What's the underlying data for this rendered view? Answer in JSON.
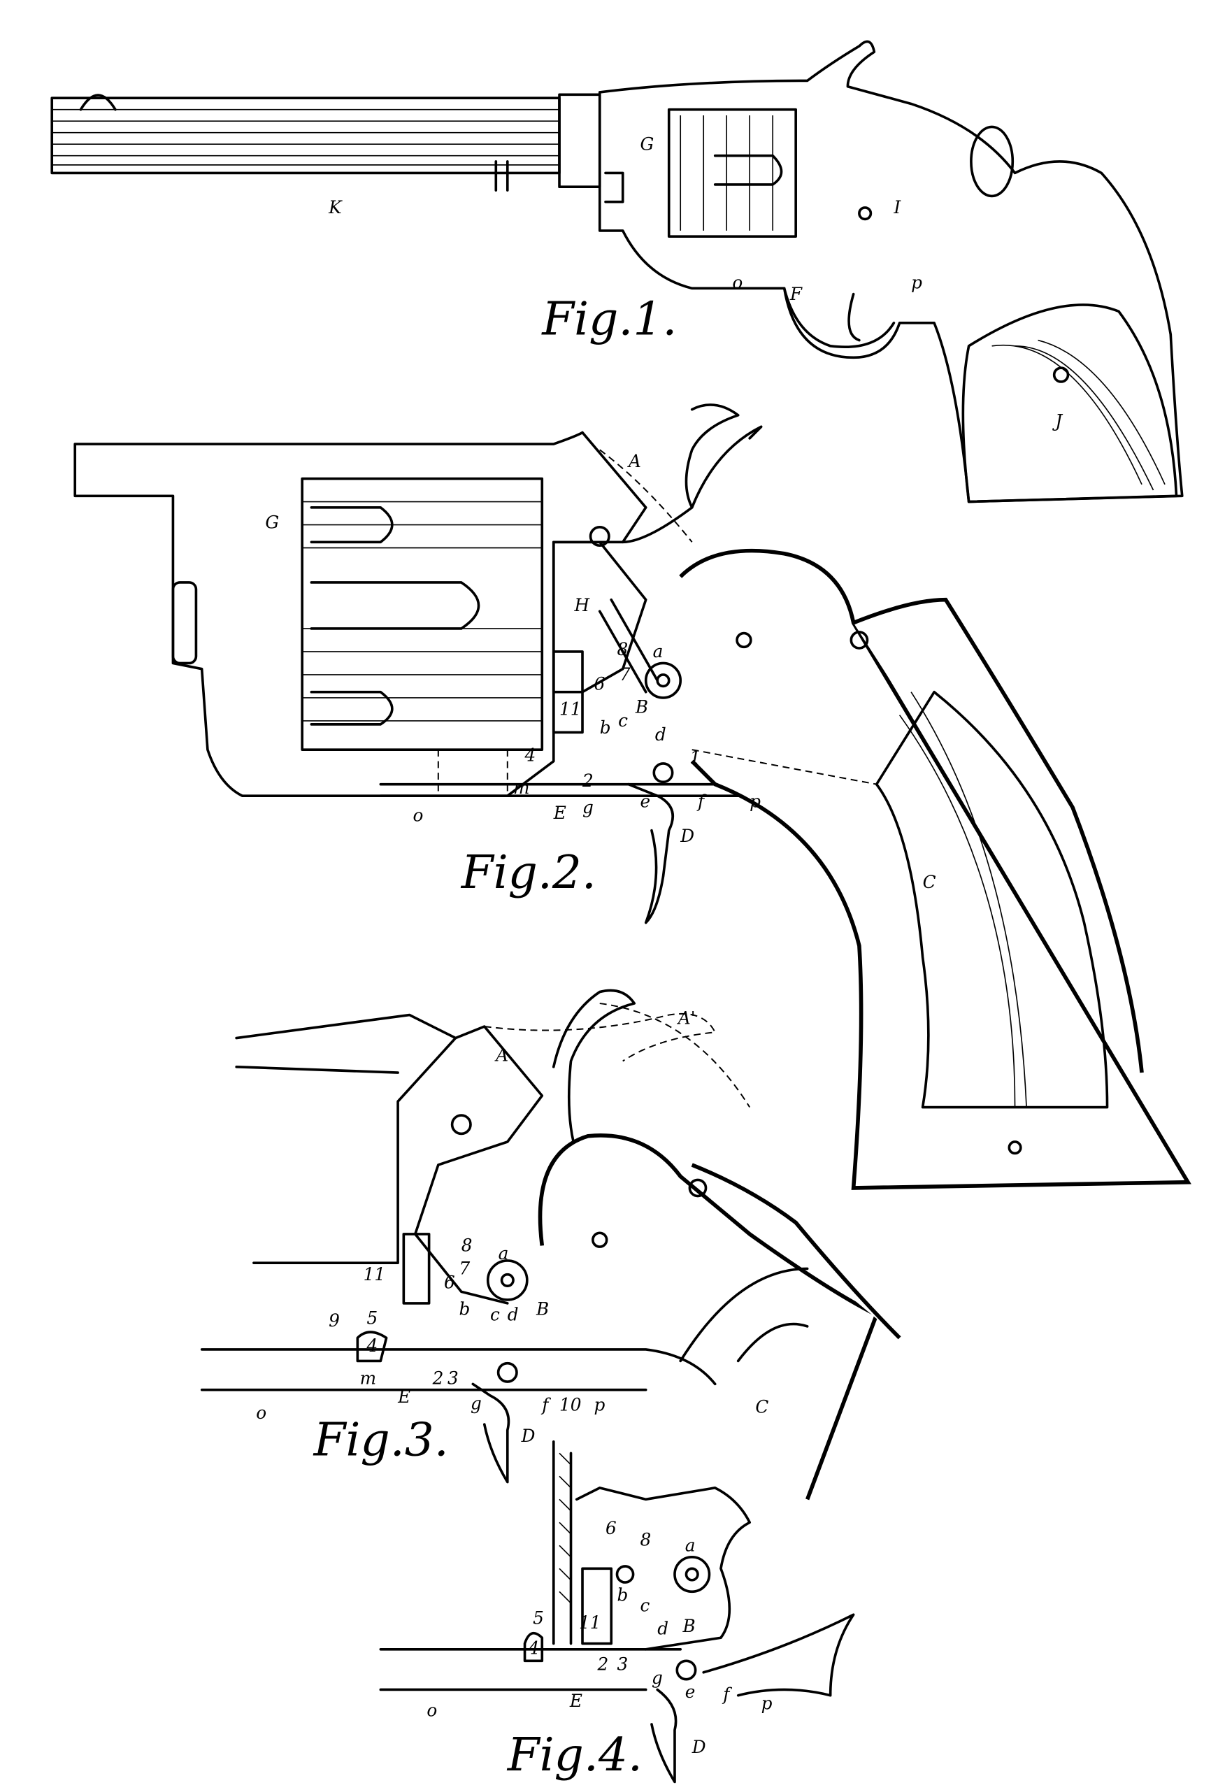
{
  "figures": [
    {
      "caption": "Fig.1.",
      "labels": [
        "K",
        "G",
        "I",
        "J",
        "F",
        "o",
        "p"
      ]
    },
    {
      "caption": "Fig.2.",
      "labels": [
        "A",
        "G",
        "H",
        "a",
        "B",
        "C",
        "D",
        "E",
        "d",
        "e",
        "f",
        "g",
        "m",
        "o",
        "p",
        "b",
        "c",
        "8",
        "7",
        "6",
        "11",
        "4",
        "2",
        "1"
      ]
    },
    {
      "caption": "Fig.3.",
      "labels": [
        "A",
        "A'",
        "a",
        "B",
        "C",
        "D",
        "E",
        "9",
        "5",
        "4",
        "11",
        "m",
        "o",
        "p",
        "10",
        "f",
        "g",
        "2",
        "3",
        "b",
        "c",
        "d",
        "8",
        "7",
        "6"
      ]
    },
    {
      "caption": "Fig.4.",
      "labels": [
        "a",
        "B",
        "D",
        "E",
        "o",
        "p",
        "11",
        "4",
        "5",
        "6",
        "8",
        "b",
        "c",
        "d",
        "2",
        "3",
        "e",
        "f",
        "g"
      ]
    }
  ]
}
